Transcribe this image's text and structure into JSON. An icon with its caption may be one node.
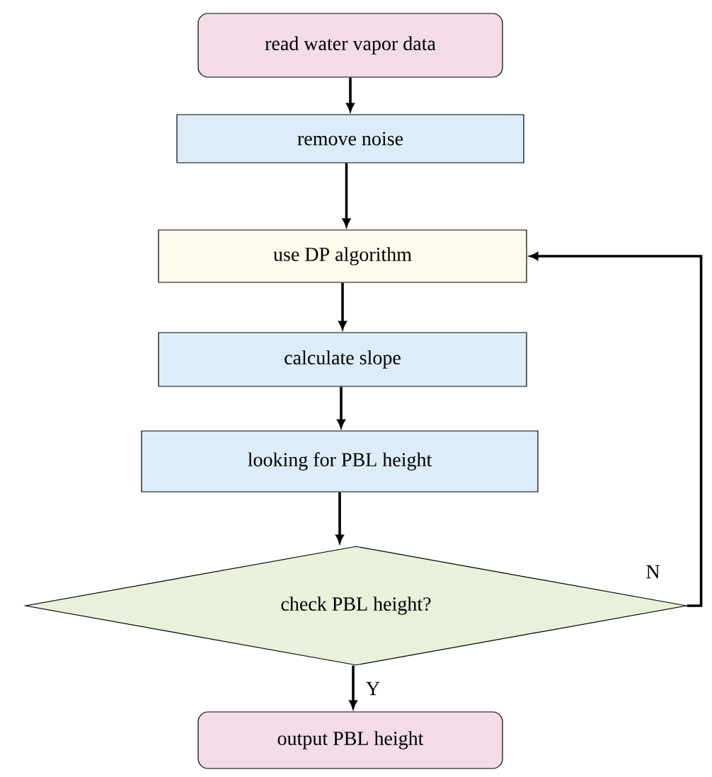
{
  "diagram": {
    "nodes": [
      {
        "text": [
          "read water vapor data"
        ]
      },
      {
        "text": [
          "remove noise"
        ]
      },
      {
        "text": [
          "use DP algorithm"
        ]
      },
      {
        "text": [
          "calculate slope"
        ]
      },
      {
        "text": [
          "looking for PBL height"
        ]
      },
      {
        "text": [
          "check PBL height?"
        ]
      },
      {
        "text": [
          "output PBL height"
        ]
      }
    ],
    "edges": [
      {
        "from": 0,
        "to": 1,
        "arrow": "to"
      },
      {
        "from": 1,
        "to": 2,
        "arrow": "to"
      },
      {
        "from": 2,
        "to": 3,
        "arrow": "to"
      },
      {
        "from": 3,
        "to": 4,
        "arrow": "to"
      },
      {
        "from": 4,
        "to": 5,
        "arrow": "to"
      },
      {
        "from": 5,
        "to": 2,
        "arrow": "to",
        "label": "N"
      },
      {
        "from": 5,
        "to": 6,
        "arrow": "to",
        "label": "Y"
      }
    ]
  }
}
